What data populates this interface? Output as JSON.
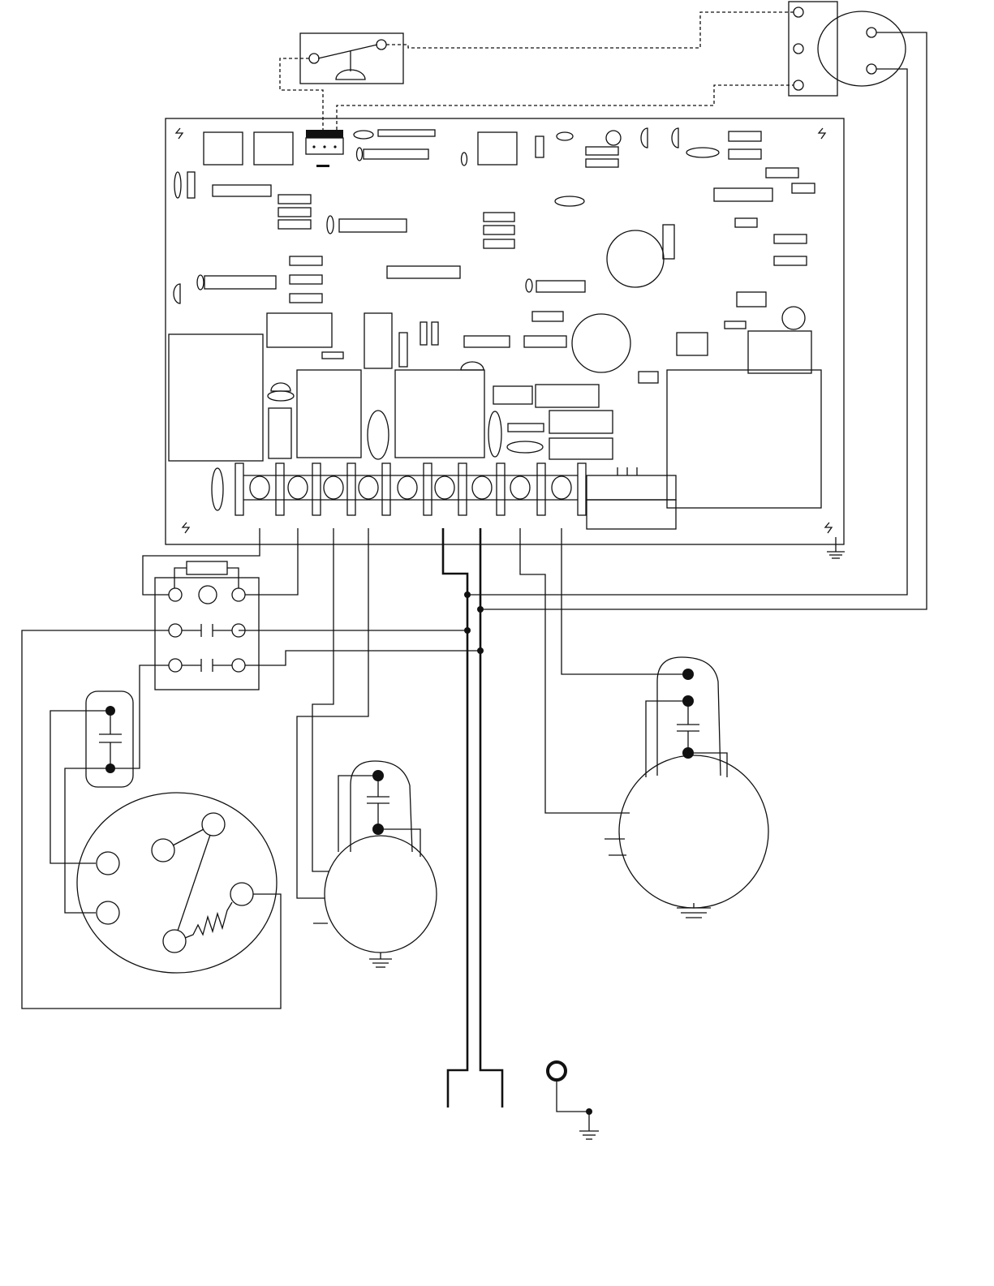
{
  "diagram": {
    "colors": {
      "line": "#111111",
      "background": "#ffffff"
    },
    "symbols": [
      "ground-symbol",
      "capacitor-symbol",
      "resistor-symbol",
      "switch-symbol",
      "motor-symbol",
      "terminal-block"
    ]
  }
}
